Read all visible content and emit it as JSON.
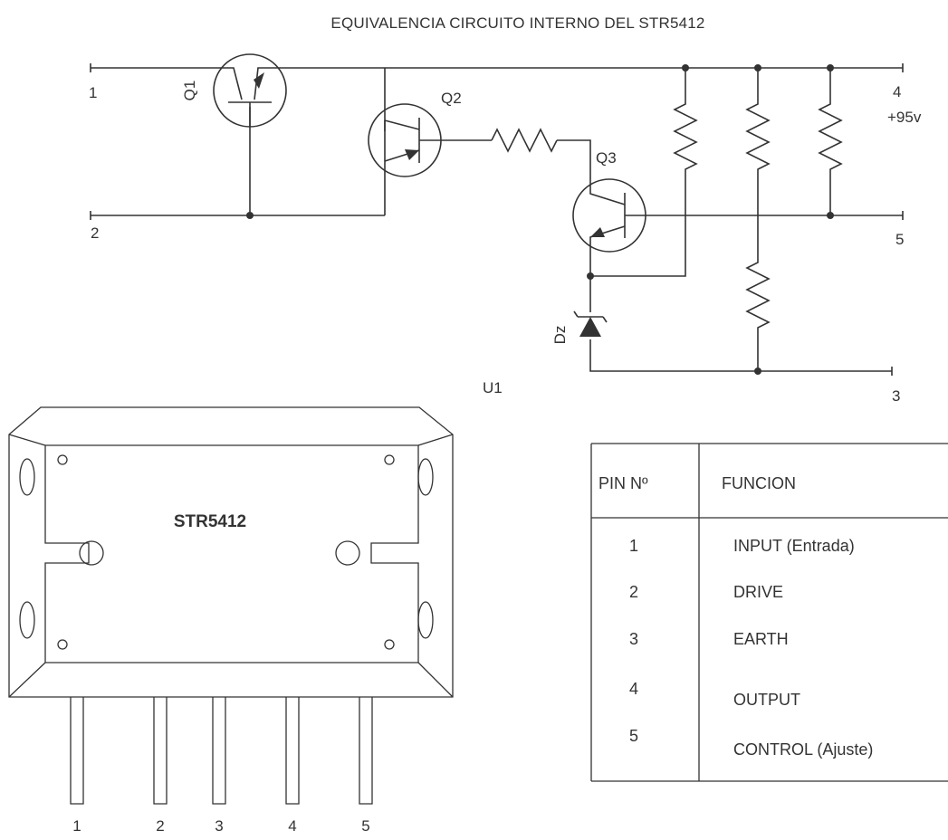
{
  "title": "EQUIVALENCIA CIRCUITO INTERNO DEL STR5412",
  "components": {
    "q1": "Q1",
    "q2": "Q2",
    "q3": "Q3",
    "dz": "Dz",
    "u1": "U1"
  },
  "terminals": {
    "t1": "1",
    "t2": "2",
    "t3": "3",
    "t4": "4",
    "t5": "5",
    "voltage": "+95v"
  },
  "package": {
    "part_number": "STR5412",
    "pins": [
      "1",
      "2",
      "3",
      "4",
      "5"
    ]
  },
  "pin_table": {
    "header_pin": "PIN Nº",
    "header_function": "FUNCION",
    "rows": [
      {
        "pin": "1",
        "function": "INPUT (Entrada)"
      },
      {
        "pin": "2",
        "function": "DRIVE"
      },
      {
        "pin": "3",
        "function": "EARTH"
      },
      {
        "pin": "4",
        "function": "OUTPUT"
      },
      {
        "pin": "5",
        "function": "CONTROL (Ajuste)"
      }
    ]
  }
}
